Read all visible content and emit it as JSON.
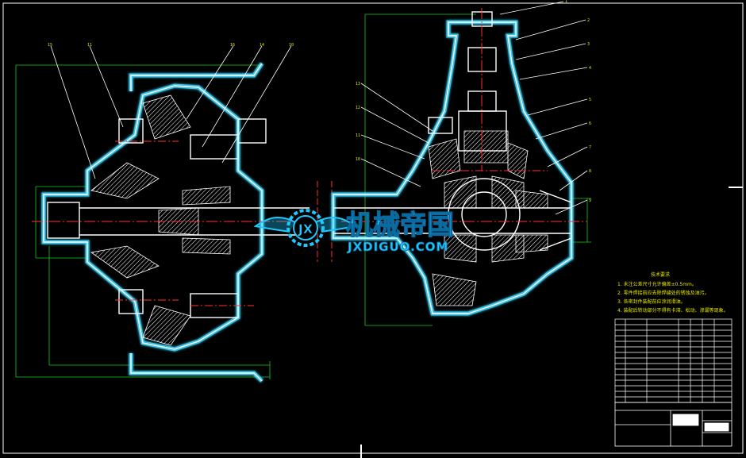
{
  "watermark": {
    "logo_letters": "JX",
    "cn_text": "机械帝国",
    "en_text": "JXDIGUO.COM",
    "color": "#1ec8ff"
  },
  "colors": {
    "background": "#000000",
    "outline": "#ffffff",
    "glow": "#3fd8ff",
    "dimension": "#18c818",
    "centerline": "#ff3030",
    "hatch": "#ffffff",
    "notes": "#e8e800"
  },
  "notes": {
    "title": "技术要求",
    "lines": [
      "1. 未注公差尺寸允许偏差±0.5mm。",
      "2. 零件焊接前应去除焊缝处的锈蚀及油污。",
      "3. 各密封件装配前应涂润滑油。",
      "4. 装配后转动部分不得有卡滞、松动、渗漏等现象。"
    ]
  },
  "balloons": {
    "left_view": [
      "15",
      "11",
      "16",
      "14",
      "10"
    ],
    "right_view_right": [
      "1",
      "2",
      "3",
      "4",
      "5",
      "6",
      "7",
      "8",
      "9"
    ],
    "right_view_left": [
      "13",
      "12",
      "11",
      "10"
    ]
  }
}
